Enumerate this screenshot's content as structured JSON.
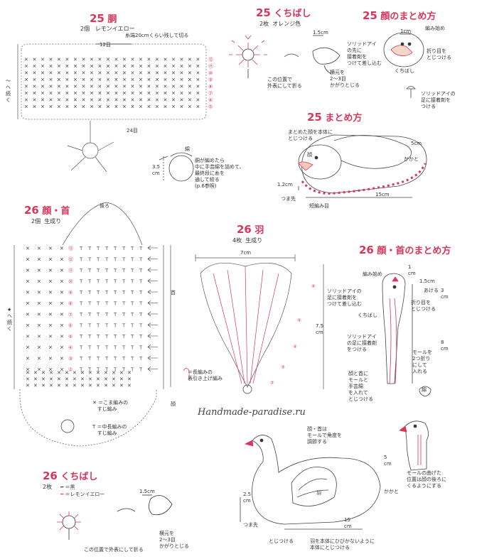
{
  "s1": {
    "num": "25",
    "title": "胴",
    "count": "2個",
    "color": "レモンイエロー",
    "note_tail": "糸端20cmくらい残して切る",
    "top_count": "12目",
    "side": "〜へ続く",
    "rounds": [
      "⑫",
      "⑪",
      "⑩",
      "⑨",
      "⑧",
      "⑦",
      "⑥",
      "⑤"
    ],
    "bottom_count": "24目",
    "stuff_label": "綿",
    "height": "3.5",
    "height_unit": "cm",
    "stuff_note": [
      "胴が編めたら",
      "中に手芸綿を詰めて、",
      "最終段に糸を",
      "通して絞る",
      "(p.6参照)"
    ]
  },
  "s2": {
    "num": "25",
    "title": "くちばし",
    "count": "2枚",
    "color": "オレンジ色",
    "len": "1.5cm",
    "fold_note": [
      "この位置で",
      "外表にして折る"
    ],
    "edge_note": [
      "横元を",
      "2〜3目",
      "かがりとじる"
    ]
  },
  "s3": {
    "num": "25",
    "title": "顔のまとめ方",
    "start": "編み始め",
    "size": "1cm",
    "eye_note": [
      "ソリッドアイ",
      "の先に",
      "接着剤を",
      "つけて差し込む"
    ],
    "fold_note": [
      "折り目を",
      "とじつける"
    ],
    "beak": "くちばし",
    "eye_part": [
      "ソリッドアイの",
      "足に接着剤を",
      "つける"
    ]
  },
  "s4": {
    "num": "25",
    "title": "まとめ方",
    "attach": [
      "まとめた顔を本体に",
      "とじつける"
    ],
    "face": "顔",
    "heel": "かかと",
    "five": "5cm",
    "h12": "1.2cm",
    "toe": "つま先",
    "w15": "15cm",
    "bottom": "短編み目"
  },
  "s5": {
    "num": "26",
    "title": "顔・首",
    "count": "2個",
    "color": "生成り",
    "back": "後ろ",
    "neck": "首",
    "face": "顔",
    "side": "★へ続く",
    "rounds": [
      "⑬",
      "⑫",
      "⑪",
      "⑩",
      "⑨",
      "⑧",
      "⑦",
      "⑥",
      "⑤",
      "④",
      "③",
      "②"
    ]
  },
  "s6": {
    "num": "26",
    "title": "羽",
    "count": "4枚",
    "color": "生成り",
    "width": "7cm",
    "height": "7.5",
    "height_unit": "cm",
    "rounds": [
      "⑥",
      "⑤",
      "④",
      "③",
      "②"
    ],
    "legend": [
      "＝長編みの",
      "表引き上げ編み"
    ]
  },
  "s7": {
    "num": "26",
    "title": "顔・首のまとめ方",
    "start": "編み始め",
    "one": "1",
    "one_unit": "cm",
    "len15": "1.5cm",
    "open": "あける",
    "three": "3",
    "three_unit": "cm",
    "eight": "8",
    "eight_unit": "cm",
    "eye_note": [
      "ソリッドアイの",
      "足に接着剤を",
      "つけて差し込む"
    ],
    "fold": [
      "折り目を",
      "とじつける"
    ],
    "beak": "くちばし",
    "eye_part": [
      "ソリッドアイ",
      "の足に接着剤",
      "をつける"
    ],
    "wire": [
      "モールを",
      "2つ折り",
      "にして",
      "入れる"
    ],
    "neck_note": [
      "顔と首に",
      "モールと",
      "手芸綿",
      "を入れて",
      "とじつける"
    ],
    "stuff": "綿"
  },
  "legend": {
    "row1": "＝こま編みの",
    "row1b": "すじ編み",
    "row2": "＝中長編みの",
    "row2b": "すじ編み"
  },
  "s8": {
    "num": "26",
    "title": "くちばし",
    "count": "2枚",
    "c1": "＝黒",
    "c2": "＝レモンイエロー",
    "len": "1.5cm",
    "fold": "この位置で外表にして折る",
    "edge": [
      "横元を",
      "2〜3目",
      "かがりとじる"
    ]
  },
  "s9": {
    "angle": [
      "顔・首は",
      "モールで角度を",
      "調節する"
    ],
    "five": "5",
    "five_unit": "cm",
    "heel": "かかと",
    "h25": "2.5",
    "h25_unit": "cm",
    "wing": "羽",
    "toe": "つま先",
    "w15": "15",
    "w15_unit": "cm",
    "attach": "とじつける",
    "wing_note": [
      "羽を本体にひびかないように",
      "本体にとじつける"
    ],
    "curve": [
      "モールの曲げた",
      "位置は顔の後ろに",
      "くるようにする"
    ]
  },
  "watermark": "Handmade-paradise.ru"
}
